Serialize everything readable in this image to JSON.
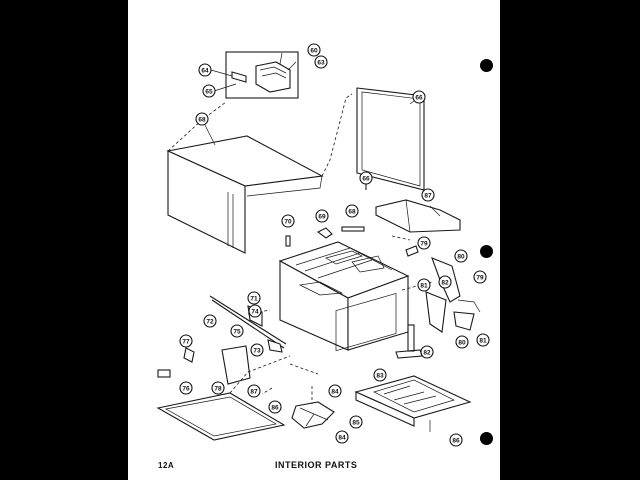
{
  "page": {
    "number": "12A",
    "caption": "INTERIOR PARTS"
  },
  "callouts": [
    {
      "ref": "a",
      "label": "60"
    },
    {
      "ref": "b",
      "label": "64"
    },
    {
      "ref": "c",
      "label": "63"
    },
    {
      "ref": "d",
      "label": "65"
    },
    {
      "ref": "e",
      "label": "66"
    },
    {
      "ref": "f",
      "label": "68"
    },
    {
      "ref": "g",
      "label": "66"
    },
    {
      "ref": "h",
      "label": "87"
    },
    {
      "ref": "i",
      "label": "70"
    },
    {
      "ref": "j",
      "label": "69"
    },
    {
      "ref": "k",
      "label": "68"
    },
    {
      "ref": "l",
      "label": "79"
    },
    {
      "ref": "m",
      "label": "80"
    },
    {
      "ref": "n",
      "label": "79"
    },
    {
      "ref": "o",
      "label": "81"
    },
    {
      "ref": "p",
      "label": "82"
    },
    {
      "ref": "q",
      "label": "71"
    },
    {
      "ref": "r",
      "label": "74"
    },
    {
      "ref": "s",
      "label": "72"
    },
    {
      "ref": "t",
      "label": "75"
    },
    {
      "ref": "u",
      "label": "73"
    },
    {
      "ref": "v",
      "label": "77"
    },
    {
      "ref": "w",
      "label": "76"
    },
    {
      "ref": "x",
      "label": "78"
    },
    {
      "ref": "y",
      "label": "80"
    },
    {
      "ref": "z",
      "label": "81"
    },
    {
      "ref": "aa",
      "label": "82"
    },
    {
      "ref": "ab",
      "label": "83"
    },
    {
      "ref": "ac",
      "label": "84"
    },
    {
      "ref": "ad",
      "label": "85"
    },
    {
      "ref": "ae",
      "label": "86"
    },
    {
      "ref": "af",
      "label": "87"
    },
    {
      "ref": "ag",
      "label": "84"
    },
    {
      "ref": "ah",
      "label": "86"
    }
  ]
}
